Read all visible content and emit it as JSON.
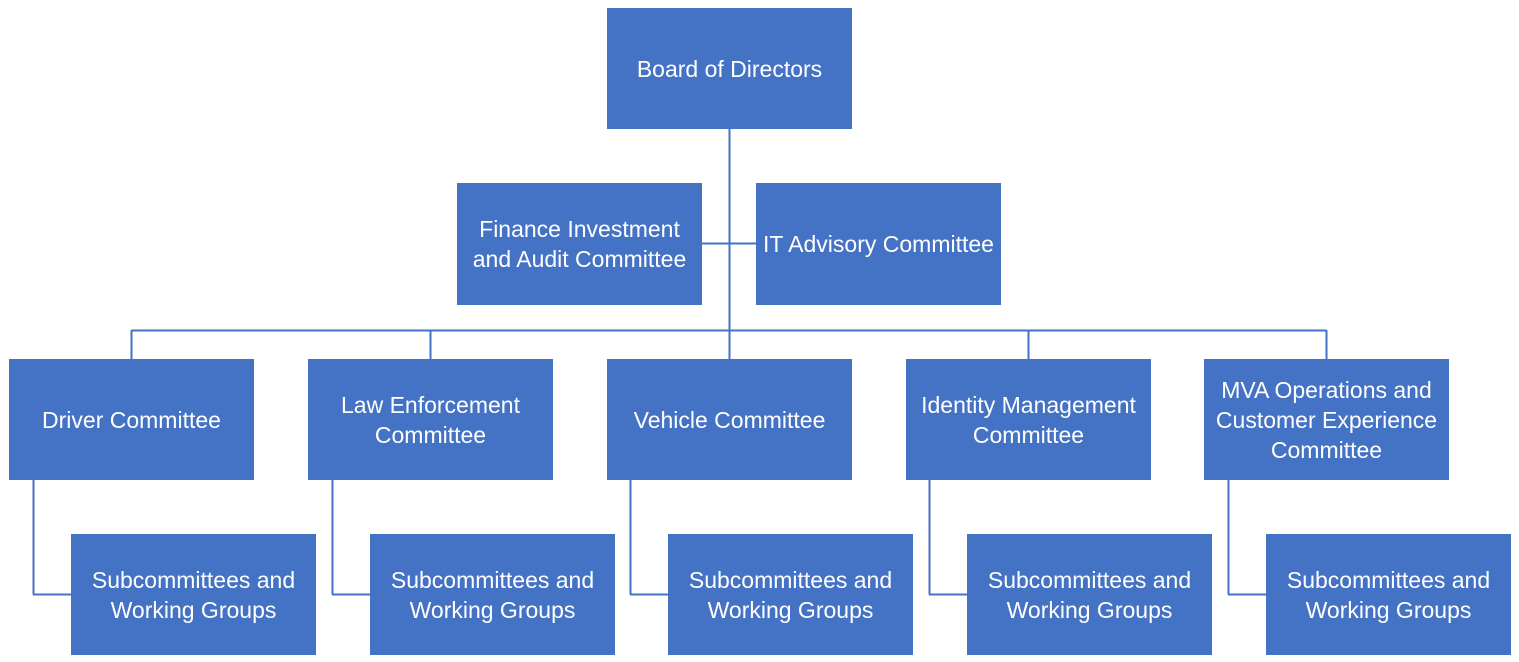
{
  "board": {
    "label": "Board of Directors"
  },
  "advisory": {
    "finance": "Finance Investment and Audit Committee",
    "it": "IT Advisory Committee"
  },
  "committees": [
    {
      "label": "Driver Committee",
      "subgroup": "Subcommittees and Working Groups"
    },
    {
      "label": "Law Enforcement Committee",
      "subgroup": "Subcommittees and Working Groups"
    },
    {
      "label": "Vehicle Committee",
      "subgroup": "Subcommittees and Working Groups"
    },
    {
      "label": "Identity Management Committee",
      "subgroup": "Subcommittees and Working Groups"
    },
    {
      "label": "MVA Operations and Customer Experience Committee",
      "subgroup": "Subcommittees and Working Groups"
    }
  ],
  "colors": {
    "box_fill": "#4472C4",
    "connector": "#4472C4",
    "text": "#FFFFFF"
  }
}
